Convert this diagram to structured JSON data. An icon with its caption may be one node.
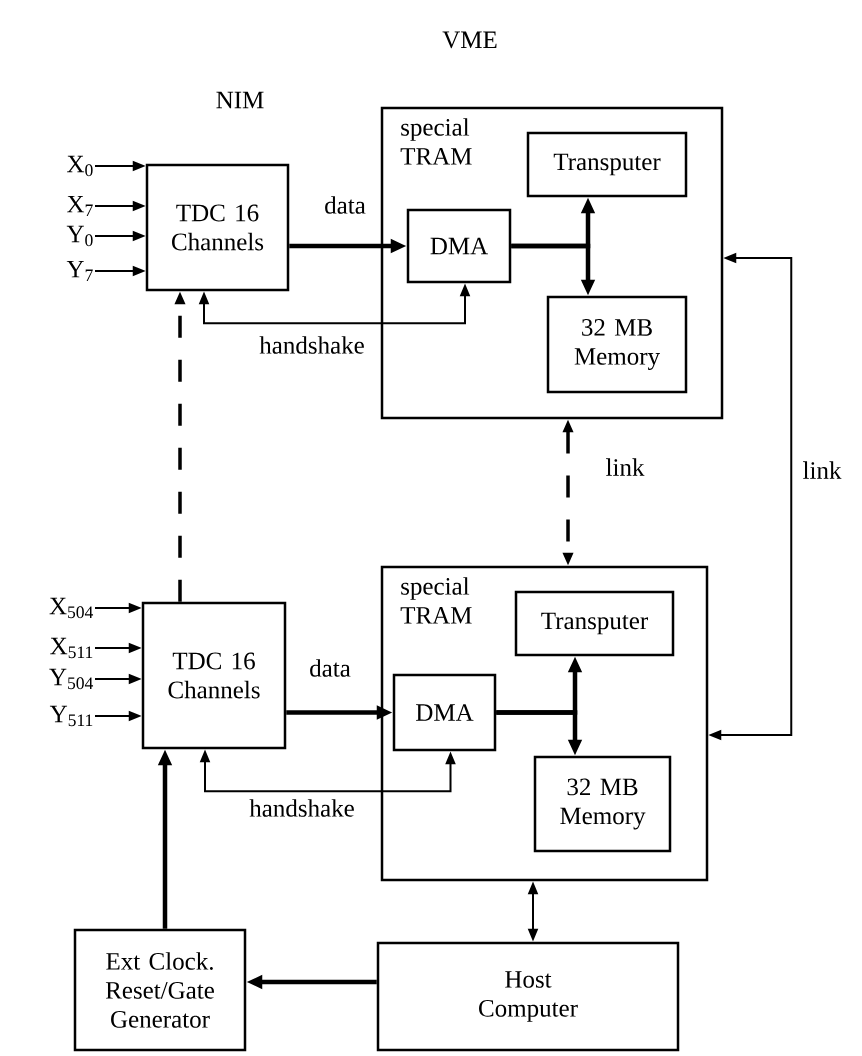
{
  "diagram": {
    "nodes": [
      {
        "text": [
          "X$_{0}$"
        ]
      },
      {
        "text": [
          "X$_{7}$"
        ]
      },
      {
        "text": [
          "Y$_{0}$"
        ]
      },
      {
        "text": [
          "Y$_{7}$"
        ]
      },
      {
        "text": [
          "TDC 16 Channels"
        ]
      },
      {
        "text": [
          "special TRAM"
        ]
      },
      {
        "text": [
          "Transputer"
        ],
        "in": 5
      },
      {
        "text": [
          "DMA"
        ],
        "in": 5
      },
      {
        "text": [
          "32 MB Memory"
        ],
        "in": 5
      },
      {
        "text": [
          "X$_{504}$"
        ]
      },
      {
        "text": [
          "X$_{511}$"
        ]
      },
      {
        "text": [
          "Y$_{504}$"
        ]
      },
      {
        "text": [
          "Y$_{511}$"
        ]
      },
      {
        "text": [
          "TDC 16 Channels"
        ]
      },
      {
        "text": [
          "special TRAM"
        ]
      },
      {
        "text": [
          "Transputer"
        ],
        "in": 14
      },
      {
        "text": [
          "DMA"
        ],
        "in": 14
      },
      {
        "text": [
          "32 MB Memory"
        ],
        "in": 14
      },
      {
        "text": [
          "Ext Clock. Reset/Gate Generator"
        ]
      },
      {
        "text": [
          "Host Computer"
        ]
      }
    ],
    "edges": [
      {
        "from": 0,
        "to": 4,
        "arrow": "to"
      },
      {
        "from": 1,
        "to": 4,
        "arrow": "to"
      },
      {
        "from": 2,
        "to": 4,
        "arrow": "to"
      },
      {
        "from": 3,
        "to": 4,
        "arrow": "to"
      },
      {
        "from": 4,
        "to": 7,
        "arrow": "to",
        "label": "data",
        "style": "thick"
      },
      {
        "from": 7,
        "to": 4,
        "arrow": "both",
        "label": "handshake"
      },
      {
        "from": 7,
        "to": 6,
        "arrow": "to",
        "style": "thick"
      },
      {
        "from": 7,
        "to": 8,
        "arrow": "to",
        "style": "thick"
      },
      {
        "from": 9,
        "to": 13,
        "arrow": "to"
      },
      {
        "from": 10,
        "to": 13,
        "arrow": "to"
      },
      {
        "from": 11,
        "to": 13,
        "arrow": "to"
      },
      {
        "from": 12,
        "to": 13,
        "arrow": "to"
      },
      {
        "from": 13,
        "to": 16,
        "arrow": "to",
        "label": "data",
        "style": "thick"
      },
      {
        "from": 16,
        "to": 13,
        "arrow": "both",
        "label": "handshake"
      },
      {
        "from": 16,
        "to": 15,
        "arrow": "to",
        "style": "thick"
      },
      {
        "from": 16,
        "to": 17,
        "arrow": "to",
        "style": "thick"
      },
      {
        "from": 13,
        "to": 4,
        "arrow": "to",
        "style": "dashed"
      },
      {
        "from": 5,
        "to": 14,
        "arrow": "both",
        "label": "link",
        "style": "dashed"
      },
      {
        "from": 5,
        "to": 14,
        "arrow": "both",
        "label": "link"
      },
      {
        "from": 14,
        "to": 19,
        "arrow": "both"
      },
      {
        "from": 19,
        "to": 18,
        "arrow": "to",
        "style": "thick"
      },
      {
        "from": 18,
        "to": 13,
        "arrow": "to",
        "style": "thick"
      }
    ],
    "labels": [
      "VME",
      "NIM"
    ]
  }
}
